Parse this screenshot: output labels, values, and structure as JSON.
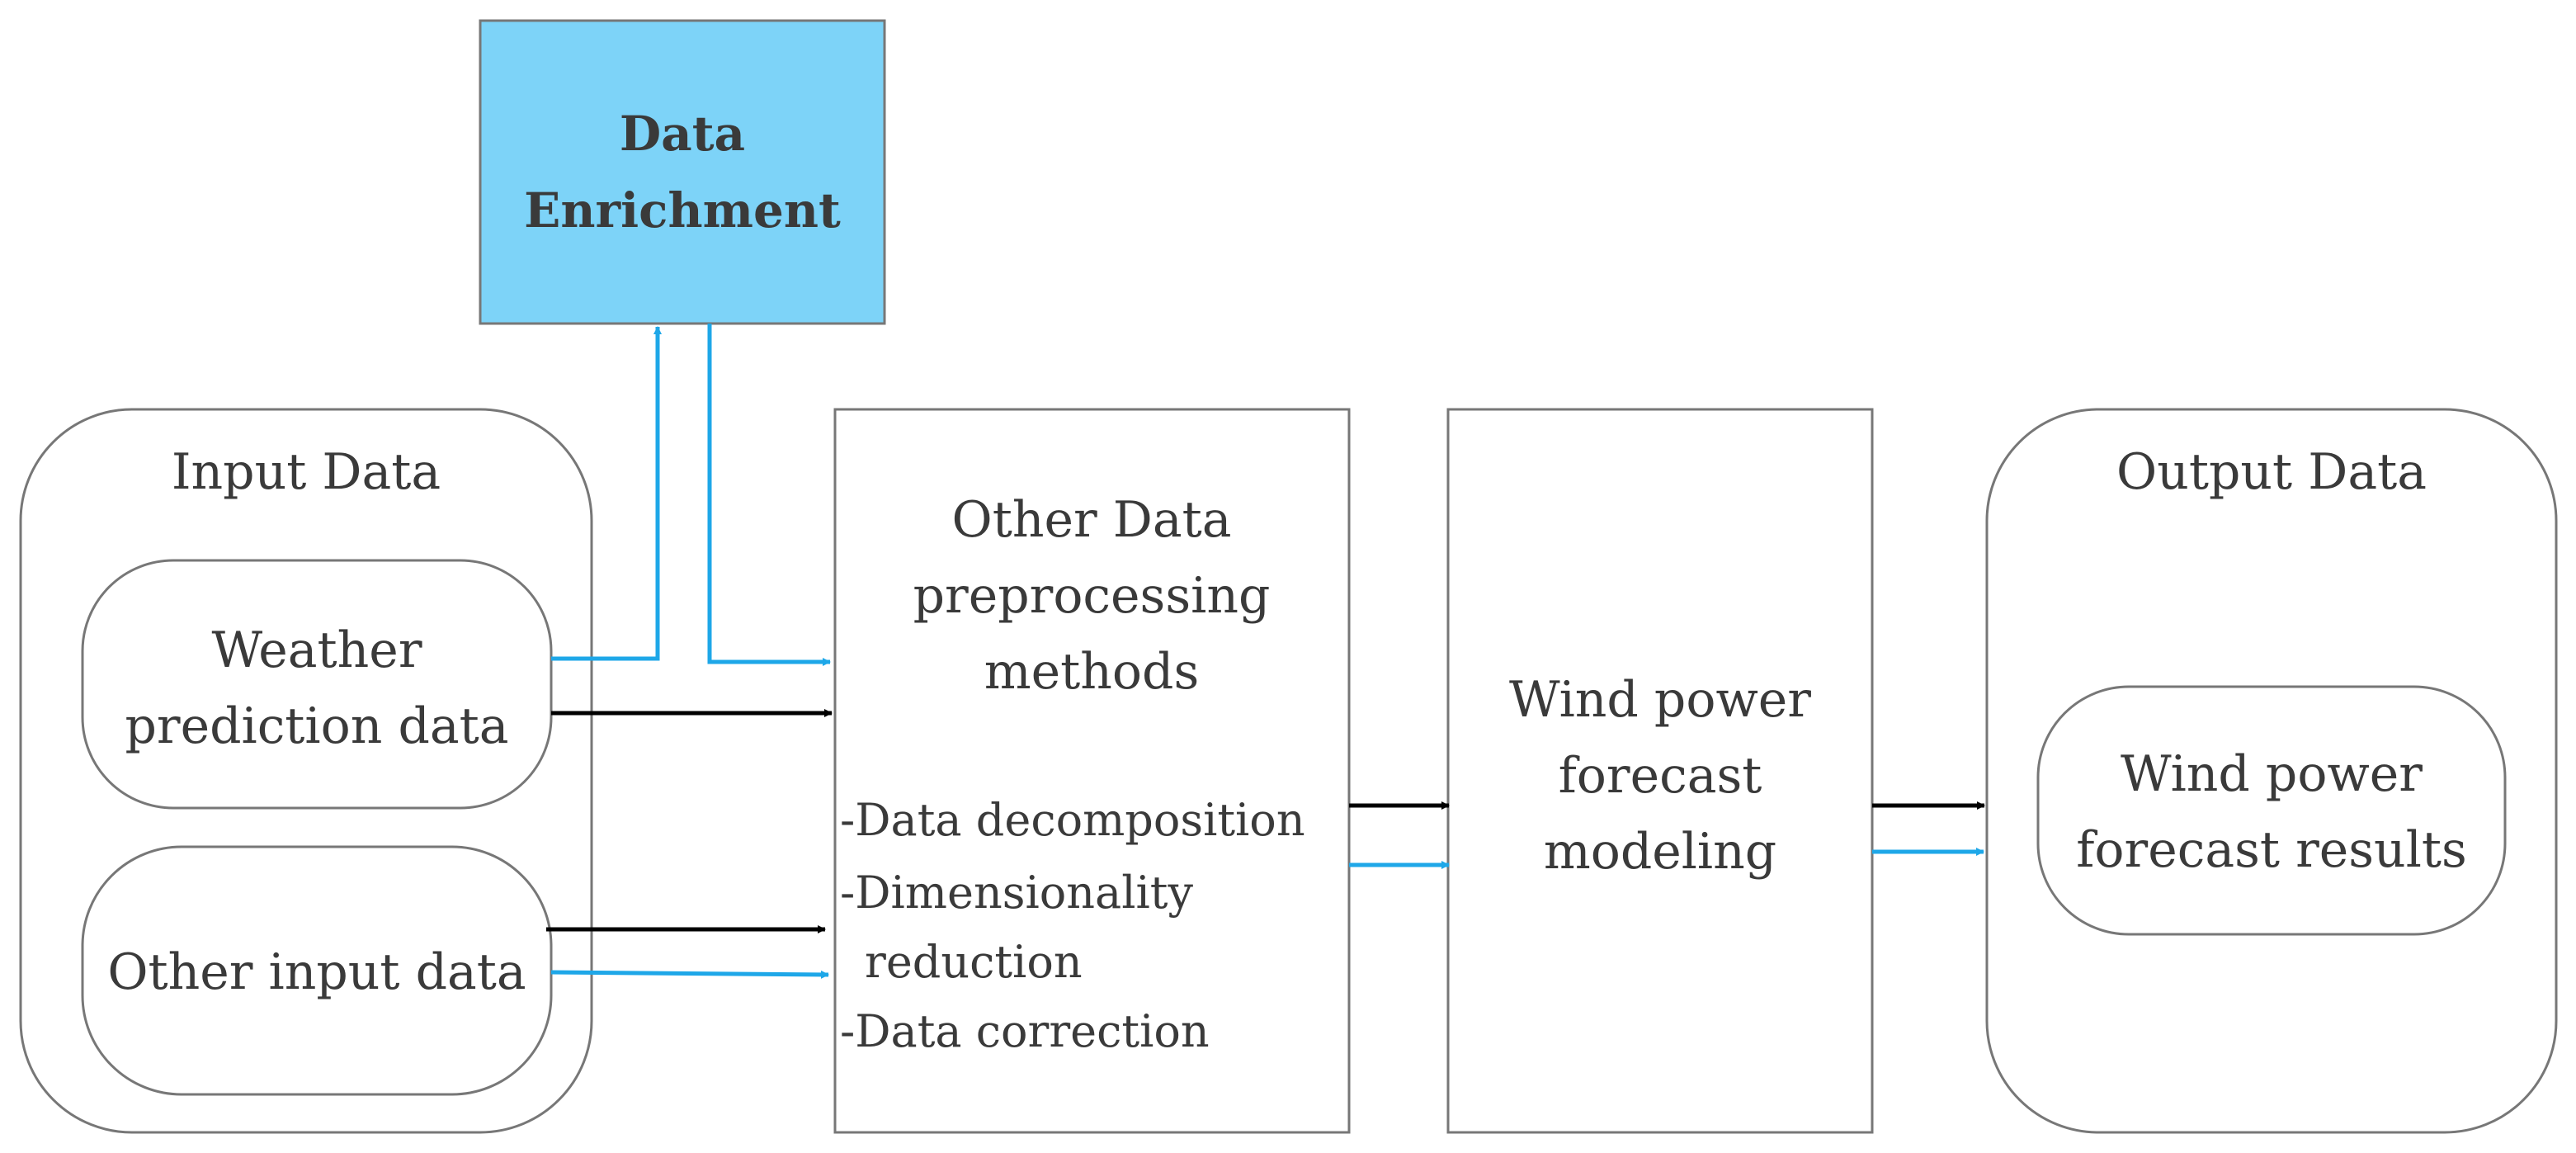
{
  "colors": {
    "enrichment_fill": "#7dd3f8",
    "blue_arrow": "#1ea7e8",
    "black_arrow": "#000000",
    "outline": "#777777",
    "text": "#3a3a3a"
  },
  "data_enrichment": {
    "line1": "Data",
    "line2": "Enrichment"
  },
  "input_data": {
    "title": "Input Data",
    "weather": {
      "line1": "Weather",
      "line2": "prediction data"
    },
    "other": {
      "label": "Other input data"
    }
  },
  "preprocessing": {
    "line1": "Other Data",
    "line2": "preprocessing",
    "line3": "methods",
    "item1": "-Data decomposition",
    "item2": "-Dimensionality",
    "item2b": "reduction",
    "item3": "-Data correction"
  },
  "modeling": {
    "line1": "Wind power",
    "line2": "forecast",
    "line3": "modeling"
  },
  "output_data": {
    "title": "Output Data",
    "result": {
      "line1": "Wind power",
      "line2": "forecast results"
    }
  }
}
